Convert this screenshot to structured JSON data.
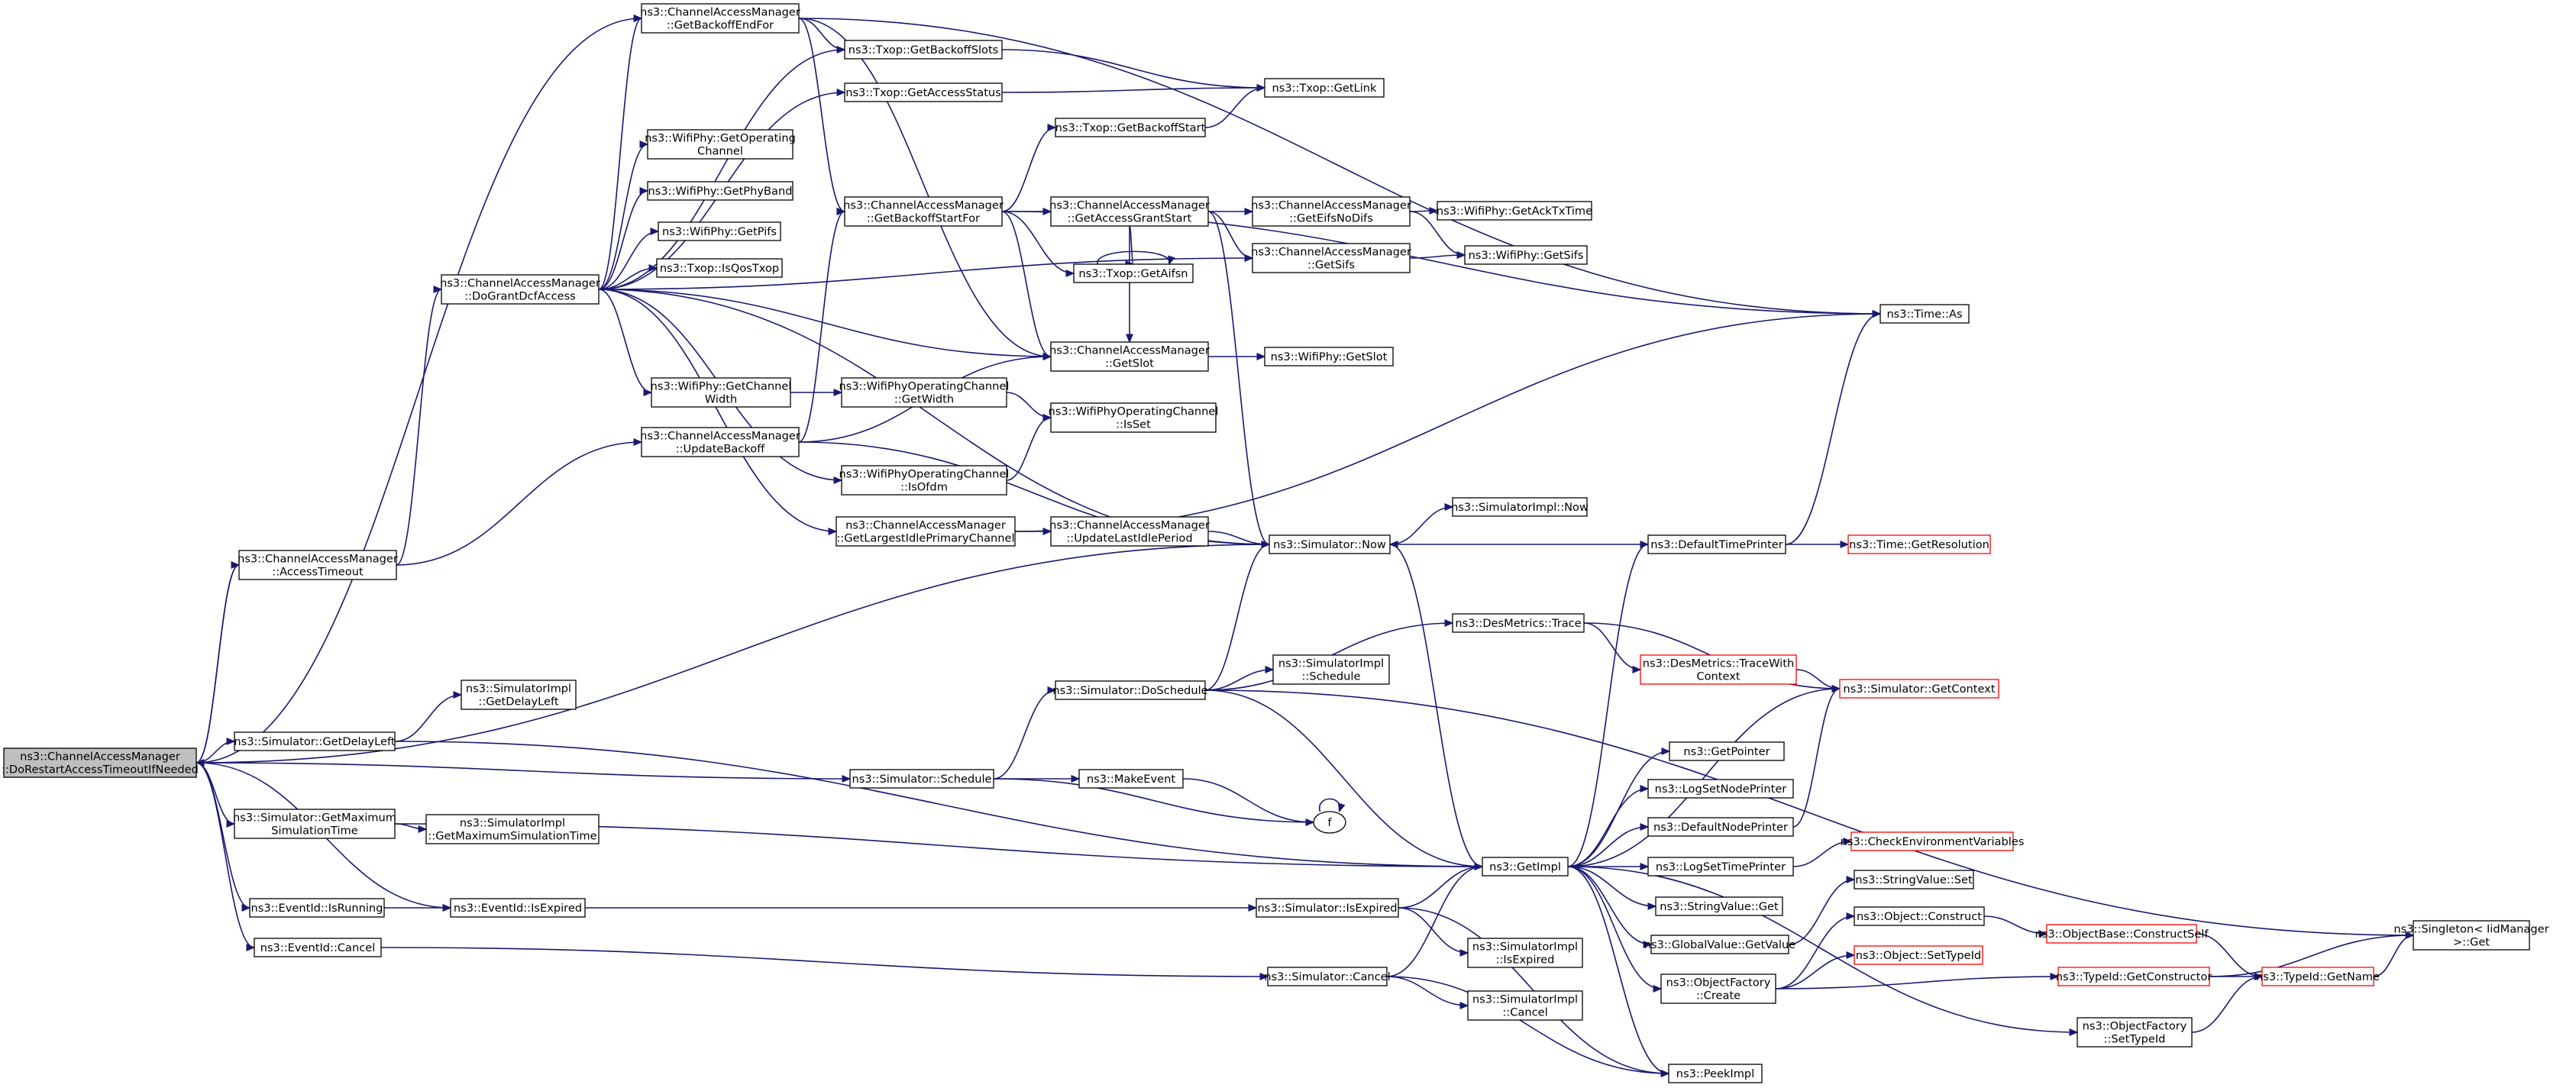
{
  "graph": {
    "edge_color": "#191970",
    "root_fill": "#bfbfbf",
    "external_border_color": "#ff0000",
    "nodes": [
      {
        "id": "root",
        "lines": [
          "ns3::ChannelAccessManager",
          "::DoRestartAccessTimeoutIfNeeded"
        ],
        "style": "root"
      },
      {
        "id": "accessTimeout",
        "lines": [
          "ns3::ChannelAccessManager",
          "::AccessTimeout"
        ]
      },
      {
        "id": "doGrant",
        "lines": [
          "ns3::ChannelAccessManager",
          "::DoGrantDcfAccess"
        ]
      },
      {
        "id": "getBackoffEndFor",
        "lines": [
          "ns3::ChannelAccessManager",
          "::GetBackoffEndFor"
        ]
      },
      {
        "id": "txopGetBackoffSlots",
        "lines": [
          "ns3::Txop::GetBackoffSlots"
        ]
      },
      {
        "id": "txopGetAccessStatus",
        "lines": [
          "ns3::Txop::GetAccessStatus"
        ]
      },
      {
        "id": "txopGetLink",
        "lines": [
          "ns3::Txop::GetLink"
        ]
      },
      {
        "id": "wifiGetOperatingChannel",
        "lines": [
          "ns3::WifiPhy::GetOperating",
          "Channel"
        ]
      },
      {
        "id": "wifiGetPhyBand",
        "lines": [
          "ns3::WifiPhy::GetPhyBand"
        ]
      },
      {
        "id": "wifiGetPifs",
        "lines": [
          "ns3::WifiPhy::GetPifs"
        ]
      },
      {
        "id": "txopIsQosTxop",
        "lines": [
          "ns3::Txop::IsQosTxop"
        ]
      },
      {
        "id": "txopGetBackoffStart",
        "lines": [
          "ns3::Txop::GetBackoffStart"
        ]
      },
      {
        "id": "getBackoffStartFor",
        "lines": [
          "ns3::ChannelAccessManager",
          "::GetBackoffStartFor"
        ]
      },
      {
        "id": "getAccessGrantStart",
        "lines": [
          "ns3::ChannelAccessManager",
          "::GetAccessGrantStart"
        ]
      },
      {
        "id": "getEifsNoDifs",
        "lines": [
          "ns3::ChannelAccessManager",
          "::GetEifsNoDifs"
        ]
      },
      {
        "id": "wifiGetAckTxTime",
        "lines": [
          "ns3::WifiPhy::GetAckTxTime"
        ]
      },
      {
        "id": "camGetSifs",
        "lines": [
          "ns3::ChannelAccessManager",
          "::GetSifs"
        ]
      },
      {
        "id": "wifiGetSifs",
        "lines": [
          "ns3::WifiPhy::GetSifs"
        ]
      },
      {
        "id": "txopGetAifsn",
        "lines": [
          "ns3::Txop::GetAifsn"
        ]
      },
      {
        "id": "camGetSlot",
        "lines": [
          "ns3::ChannelAccessManager",
          "::GetSlot"
        ]
      },
      {
        "id": "wifiGetSlot",
        "lines": [
          "ns3::WifiPhy::GetSlot"
        ]
      },
      {
        "id": "timeAs",
        "lines": [
          "ns3::Time::As"
        ]
      },
      {
        "id": "wifiGetChannelWidth",
        "lines": [
          "ns3::WifiPhy::GetChannel",
          "Width"
        ]
      },
      {
        "id": "wocGetWidth",
        "lines": [
          "ns3::WifiPhyOperatingChannel",
          "::GetWidth"
        ]
      },
      {
        "id": "updateBackoff",
        "lines": [
          "ns3::ChannelAccessManager",
          "::UpdateBackoff"
        ]
      },
      {
        "id": "wocIsSet",
        "lines": [
          "ns3::WifiPhyOperatingChannel",
          "::IsSet"
        ]
      },
      {
        "id": "wocIsOfdm",
        "lines": [
          "ns3::WifiPhyOperatingChannel",
          "::IsOfdm"
        ]
      },
      {
        "id": "getLargestIdle",
        "lines": [
          "ns3::ChannelAccessManager",
          "::GetLargestIdlePrimaryChannel"
        ]
      },
      {
        "id": "updateLastIdle",
        "lines": [
          "ns3::ChannelAccessManager",
          "::UpdateLastIdlePeriod"
        ]
      },
      {
        "id": "simNow",
        "lines": [
          "ns3::Simulator::Now"
        ]
      },
      {
        "id": "simImplNow",
        "lines": [
          "ns3::SimulatorImpl::Now"
        ]
      },
      {
        "id": "defaultTimePrinter",
        "lines": [
          "ns3::DefaultTimePrinter"
        ]
      },
      {
        "id": "timeGetResolution",
        "lines": [
          "ns3::Time::GetResolution"
        ],
        "style": "red"
      },
      {
        "id": "desTrace",
        "lines": [
          "ns3::DesMetrics::Trace"
        ]
      },
      {
        "id": "desTraceWithContext",
        "lines": [
          "ns3::DesMetrics::TraceWith",
          "Context"
        ],
        "style": "red"
      },
      {
        "id": "simGetContext",
        "lines": [
          "ns3::Simulator::GetContext"
        ],
        "style": "red"
      },
      {
        "id": "simImplSchedule",
        "lines": [
          "ns3::SimulatorImpl",
          "::Schedule"
        ]
      },
      {
        "id": "simDoSchedule",
        "lines": [
          "ns3::Simulator::DoSchedule"
        ]
      },
      {
        "id": "simImplGetDelayLeft",
        "lines": [
          "ns3::SimulatorImpl",
          "::GetDelayLeft"
        ]
      },
      {
        "id": "simGetDelayLeft",
        "lines": [
          "ns3::Simulator::GetDelayLeft"
        ]
      },
      {
        "id": "getPointer",
        "lines": [
          "ns3::GetPointer"
        ]
      },
      {
        "id": "logSetNodePrinter",
        "lines": [
          "ns3::LogSetNodePrinter"
        ]
      },
      {
        "id": "simSchedule",
        "lines": [
          "ns3::Simulator::Schedule"
        ]
      },
      {
        "id": "makeEvent",
        "lines": [
          "ns3::MakeEvent"
        ]
      },
      {
        "id": "f",
        "lines": [
          "f"
        ],
        "style": "ellipse"
      },
      {
        "id": "defaultNodePrinter",
        "lines": [
          "ns3::DefaultNodePrinter"
        ]
      },
      {
        "id": "checkEnvVars",
        "lines": [
          "ns3::CheckEnvironmentVariables"
        ],
        "style": "red"
      },
      {
        "id": "simGetMaxSimTime",
        "lines": [
          "ns3::Simulator::GetMaximum",
          "SimulationTime"
        ]
      },
      {
        "id": "simImplGetMaxSimTime",
        "lines": [
          "ns3::SimulatorImpl",
          "::GetMaximumSimulationTime"
        ]
      },
      {
        "id": "getImpl",
        "lines": [
          "ns3::GetImpl"
        ]
      },
      {
        "id": "logSetTimePrinter",
        "lines": [
          "ns3::LogSetTimePrinter"
        ]
      },
      {
        "id": "stringValueSet",
        "lines": [
          "ns3::StringValue::Set"
        ]
      },
      {
        "id": "stringValueGet",
        "lines": [
          "ns3::StringValue::Get"
        ]
      },
      {
        "id": "eventIdIsRunning",
        "lines": [
          "ns3::EventId::IsRunning"
        ]
      },
      {
        "id": "eventIdIsExpired",
        "lines": [
          "ns3::EventId::IsExpired"
        ]
      },
      {
        "id": "simIsExpired",
        "lines": [
          "ns3::Simulator::IsExpired"
        ]
      },
      {
        "id": "globalValueGetValue",
        "lines": [
          "ns3::GlobalValue::GetValue"
        ]
      },
      {
        "id": "objectConstruct",
        "lines": [
          "ns3::Object::Construct"
        ]
      },
      {
        "id": "objectBaseConstructSelf",
        "lines": [
          "ns3::ObjectBase::ConstructSelf"
        ],
        "style": "red"
      },
      {
        "id": "singletonGet",
        "lines": [
          "ns3::Singleton< IidManager",
          " >::Get"
        ]
      },
      {
        "id": "simImplIsExpired",
        "lines": [
          "ns3::SimulatorImpl",
          "::IsExpired"
        ]
      },
      {
        "id": "objectSetTypeId",
        "lines": [
          "ns3::Object::SetTypeId"
        ],
        "style": "red"
      },
      {
        "id": "eventIdCancel",
        "lines": [
          "ns3::EventId::Cancel"
        ]
      },
      {
        "id": "simCancel",
        "lines": [
          "ns3::Simulator::Cancel"
        ]
      },
      {
        "id": "objectFactoryCreate",
        "lines": [
          "ns3::ObjectFactory",
          "::Create"
        ]
      },
      {
        "id": "typeIdGetConstructor",
        "lines": [
          "ns3::TypeId::GetConstructor"
        ],
        "style": "red"
      },
      {
        "id": "typeIdGetName",
        "lines": [
          "ns3::TypeId::GetName"
        ],
        "style": "red"
      },
      {
        "id": "simImplCancel",
        "lines": [
          "ns3::SimulatorImpl",
          "::Cancel"
        ]
      },
      {
        "id": "objectFactorySetTypeId",
        "lines": [
          "ns3::ObjectFactory",
          "::SetTypeId"
        ]
      },
      {
        "id": "peekImpl",
        "lines": [
          "ns3::PeekImpl"
        ]
      }
    ],
    "edges": [
      [
        "root",
        "getBackoffEndFor"
      ],
      [
        "root",
        "accessTimeout"
      ],
      [
        "root",
        "simNow"
      ],
      [
        "root",
        "simGetDelayLeft"
      ],
      [
        "root",
        "simSchedule"
      ],
      [
        "root",
        "simGetMaxSimTime"
      ],
      [
        "root",
        "eventIdIsRunning"
      ],
      [
        "root",
        "eventIdIsExpired"
      ],
      [
        "root",
        "eventIdCancel"
      ],
      [
        "accessTimeout",
        "root"
      ],
      [
        "accessTimeout",
        "doGrant"
      ],
      [
        "accessTimeout",
        "updateBackoff"
      ],
      [
        "doGrant",
        "getBackoffEndFor"
      ],
      [
        "doGrant",
        "txopGetBackoffSlots"
      ],
      [
        "doGrant",
        "txopGetAccessStatus"
      ],
      [
        "doGrant",
        "wifiGetOperatingChannel"
      ],
      [
        "doGrant",
        "wifiGetPhyBand"
      ],
      [
        "doGrant",
        "wifiGetPifs"
      ],
      [
        "doGrant",
        "txopIsQosTxop"
      ],
      [
        "doGrant",
        "camGetSifs"
      ],
      [
        "doGrant",
        "camGetSlot"
      ],
      [
        "doGrant",
        "wifiGetChannelWidth"
      ],
      [
        "doGrant",
        "wocIsOfdm"
      ],
      [
        "doGrant",
        "getLargestIdle"
      ],
      [
        "doGrant",
        "simNow"
      ],
      [
        "getBackoffEndFor",
        "txopGetBackoffSlots"
      ],
      [
        "getBackoffEndFor",
        "getBackoffStartFor"
      ],
      [
        "getBackoffEndFor",
        "camGetSlot"
      ],
      [
        "getBackoffEndFor",
        "timeAs"
      ],
      [
        "txopGetBackoffSlots",
        "txopGetLink"
      ],
      [
        "txopGetAccessStatus",
        "txopGetLink"
      ],
      [
        "txopGetBackoffStart",
        "txopGetLink"
      ],
      [
        "getBackoffStartFor",
        "txopGetBackoffStart"
      ],
      [
        "getBackoffStartFor",
        "getAccessGrantStart"
      ],
      [
        "getBackoffStartFor",
        "txopGetAifsn"
      ],
      [
        "getBackoffStartFor",
        "camGetSlot"
      ],
      [
        "getBackoffStartFor",
        "timeAs"
      ],
      [
        "getAccessGrantStart",
        "getEifsNoDifs"
      ],
      [
        "getAccessGrantStart",
        "camGetSifs"
      ],
      [
        "getAccessGrantStart",
        "txopGetAifsn"
      ],
      [
        "getAccessGrantStart",
        "camGetSlot"
      ],
      [
        "getAccessGrantStart",
        "simNow"
      ],
      [
        "getEifsNoDifs",
        "wifiGetAckTxTime"
      ],
      [
        "getEifsNoDifs",
        "wifiGetSifs"
      ],
      [
        "camGetSifs",
        "wifiGetSifs"
      ],
      [
        "camGetSlot",
        "wifiGetSlot"
      ],
      [
        "txopGetAifsn",
        "txopGetAifsn"
      ],
      [
        "wifiGetChannelWidth",
        "wocGetWidth"
      ],
      [
        "wocGetWidth",
        "wocIsSet"
      ],
      [
        "wocIsOfdm",
        "wocIsSet"
      ],
      [
        "updateBackoff",
        "getBackoffStartFor"
      ],
      [
        "updateBackoff",
        "camGetSlot"
      ],
      [
        "updateBackoff",
        "simNow"
      ],
      [
        "getLargestIdle",
        "updateLastIdle"
      ],
      [
        "getLargestIdle",
        "timeAs"
      ],
      [
        "updateLastIdle",
        "simNow"
      ],
      [
        "simNow",
        "simImplNow"
      ],
      [
        "simNow",
        "getImpl"
      ],
      [
        "defaultTimePrinter",
        "simNow"
      ],
      [
        "defaultTimePrinter",
        "timeAs"
      ],
      [
        "defaultTimePrinter",
        "timeGetResolution"
      ],
      [
        "desTrace",
        "desTraceWithContext"
      ],
      [
        "desTrace",
        "simGetContext"
      ],
      [
        "desTraceWithContext",
        "simGetContext"
      ],
      [
        "simDoSchedule",
        "simNow"
      ],
      [
        "simDoSchedule",
        "desTrace"
      ],
      [
        "simDoSchedule",
        "simImplSchedule"
      ],
      [
        "simDoSchedule",
        "getImpl"
      ],
      [
        "simDoSchedule",
        "singletonGet"
      ],
      [
        "simGetDelayLeft",
        "simImplGetDelayLeft"
      ],
      [
        "simGetDelayLeft",
        "getImpl"
      ],
      [
        "simSchedule",
        "simDoSchedule"
      ],
      [
        "simSchedule",
        "makeEvent"
      ],
      [
        "simSchedule",
        "f"
      ],
      [
        "makeEvent",
        "f"
      ],
      [
        "f",
        "f"
      ],
      [
        "simGetMaxSimTime",
        "simImplGetMaxSimTime"
      ],
      [
        "simGetMaxSimTime",
        "getImpl"
      ],
      [
        "getImpl",
        "defaultTimePrinter"
      ],
      [
        "getImpl",
        "simGetContext"
      ],
      [
        "getImpl",
        "getPointer"
      ],
      [
        "getImpl",
        "logSetNodePrinter"
      ],
      [
        "getImpl",
        "defaultNodePrinter"
      ],
      [
        "getImpl",
        "logSetTimePrinter"
      ],
      [
        "getImpl",
        "stringValueGet"
      ],
      [
        "getImpl",
        "globalValueGetValue"
      ],
      [
        "getImpl",
        "objectFactoryCreate"
      ],
      [
        "getImpl",
        "objectFactorySetTypeId"
      ],
      [
        "getImpl",
        "peekImpl"
      ],
      [
        "defaultNodePrinter",
        "simGetContext"
      ],
      [
        "logSetTimePrinter",
        "checkEnvVars"
      ],
      [
        "globalValueGetValue",
        "stringValueSet"
      ],
      [
        "eventIdIsRunning",
        "eventIdIsExpired"
      ],
      [
        "eventIdIsExpired",
        "simIsExpired"
      ],
      [
        "simIsExpired",
        "getImpl"
      ],
      [
        "simIsExpired",
        "simImplIsExpired"
      ],
      [
        "simIsExpired",
        "peekImpl"
      ],
      [
        "eventIdCancel",
        "simCancel"
      ],
      [
        "simCancel",
        "getImpl"
      ],
      [
        "simCancel",
        "simImplCancel"
      ],
      [
        "simCancel",
        "peekImpl"
      ],
      [
        "objectFactoryCreate",
        "objectConstruct"
      ],
      [
        "objectFactoryCreate",
        "objectSetTypeId"
      ],
      [
        "objectFactoryCreate",
        "typeIdGetConstructor"
      ],
      [
        "objectConstruct",
        "objectBaseConstructSelf"
      ],
      [
        "objectBaseConstructSelf",
        "typeIdGetName"
      ],
      [
        "typeIdGetConstructor",
        "typeIdGetName"
      ],
      [
        "typeIdGetConstructor",
        "singletonGet"
      ],
      [
        "typeIdGetName",
        "singletonGet"
      ],
      [
        "objectFactorySetTypeId",
        "typeIdGetName"
      ]
    ]
  }
}
